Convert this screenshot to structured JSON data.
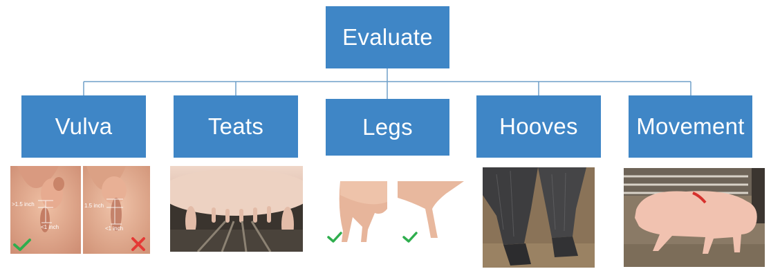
{
  "root": {
    "label": "Evaluate"
  },
  "children": [
    {
      "label": "Vulva"
    },
    {
      "label": "Teats"
    },
    {
      "label": "Legs"
    },
    {
      "label": "Hooves"
    },
    {
      "label": "Movement"
    }
  ],
  "vulva_photo": {
    "left_labels": [
      ">1.5 inch",
      "<1 inch"
    ],
    "right_labels": [
      "1.5 inch",
      "<1 inch"
    ]
  },
  "colors": {
    "box_fill": "#3f86c6",
    "connector": "#6f9fc9",
    "check": "#2fae4e",
    "cross": "#e53935"
  }
}
